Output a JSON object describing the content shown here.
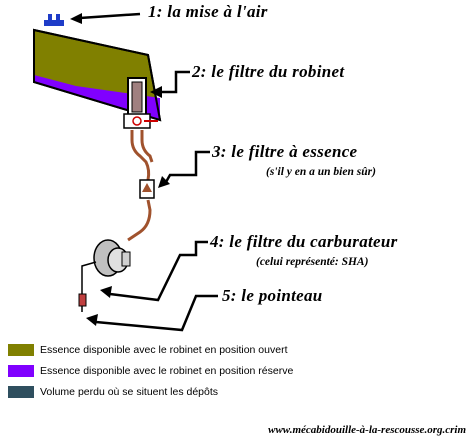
{
  "steps": [
    {
      "label": "1: la mise à l'air"
    },
    {
      "label": "2: le filtre du robinet"
    },
    {
      "label": "3: le filtre à essence",
      "note": "(s'il y en a un bien sûr)"
    },
    {
      "label": "4: le filtre du carburateur",
      "note": "(celui représenté: SHA)"
    },
    {
      "label": "5: le pointeau"
    }
  ],
  "legend": [
    {
      "color": "#808000",
      "text": "Essence disponible avec le robinet en position ouvert"
    },
    {
      "color": "#8000ff",
      "text": "Essence disponible avec le robinet en position réserve"
    },
    {
      "color": "#2f4f5f",
      "text": "Volume perdu où se situent les dépôts"
    }
  ],
  "website": "www.mécabidouille-à-la-rescousse.org.crim",
  "colors": {
    "tank_fuel": "#808000",
    "tank_reserve": "#8000ff",
    "fuel_line": "#a0522d",
    "vent_cap": "#1e3cc8",
    "arrow": "#000000"
  }
}
